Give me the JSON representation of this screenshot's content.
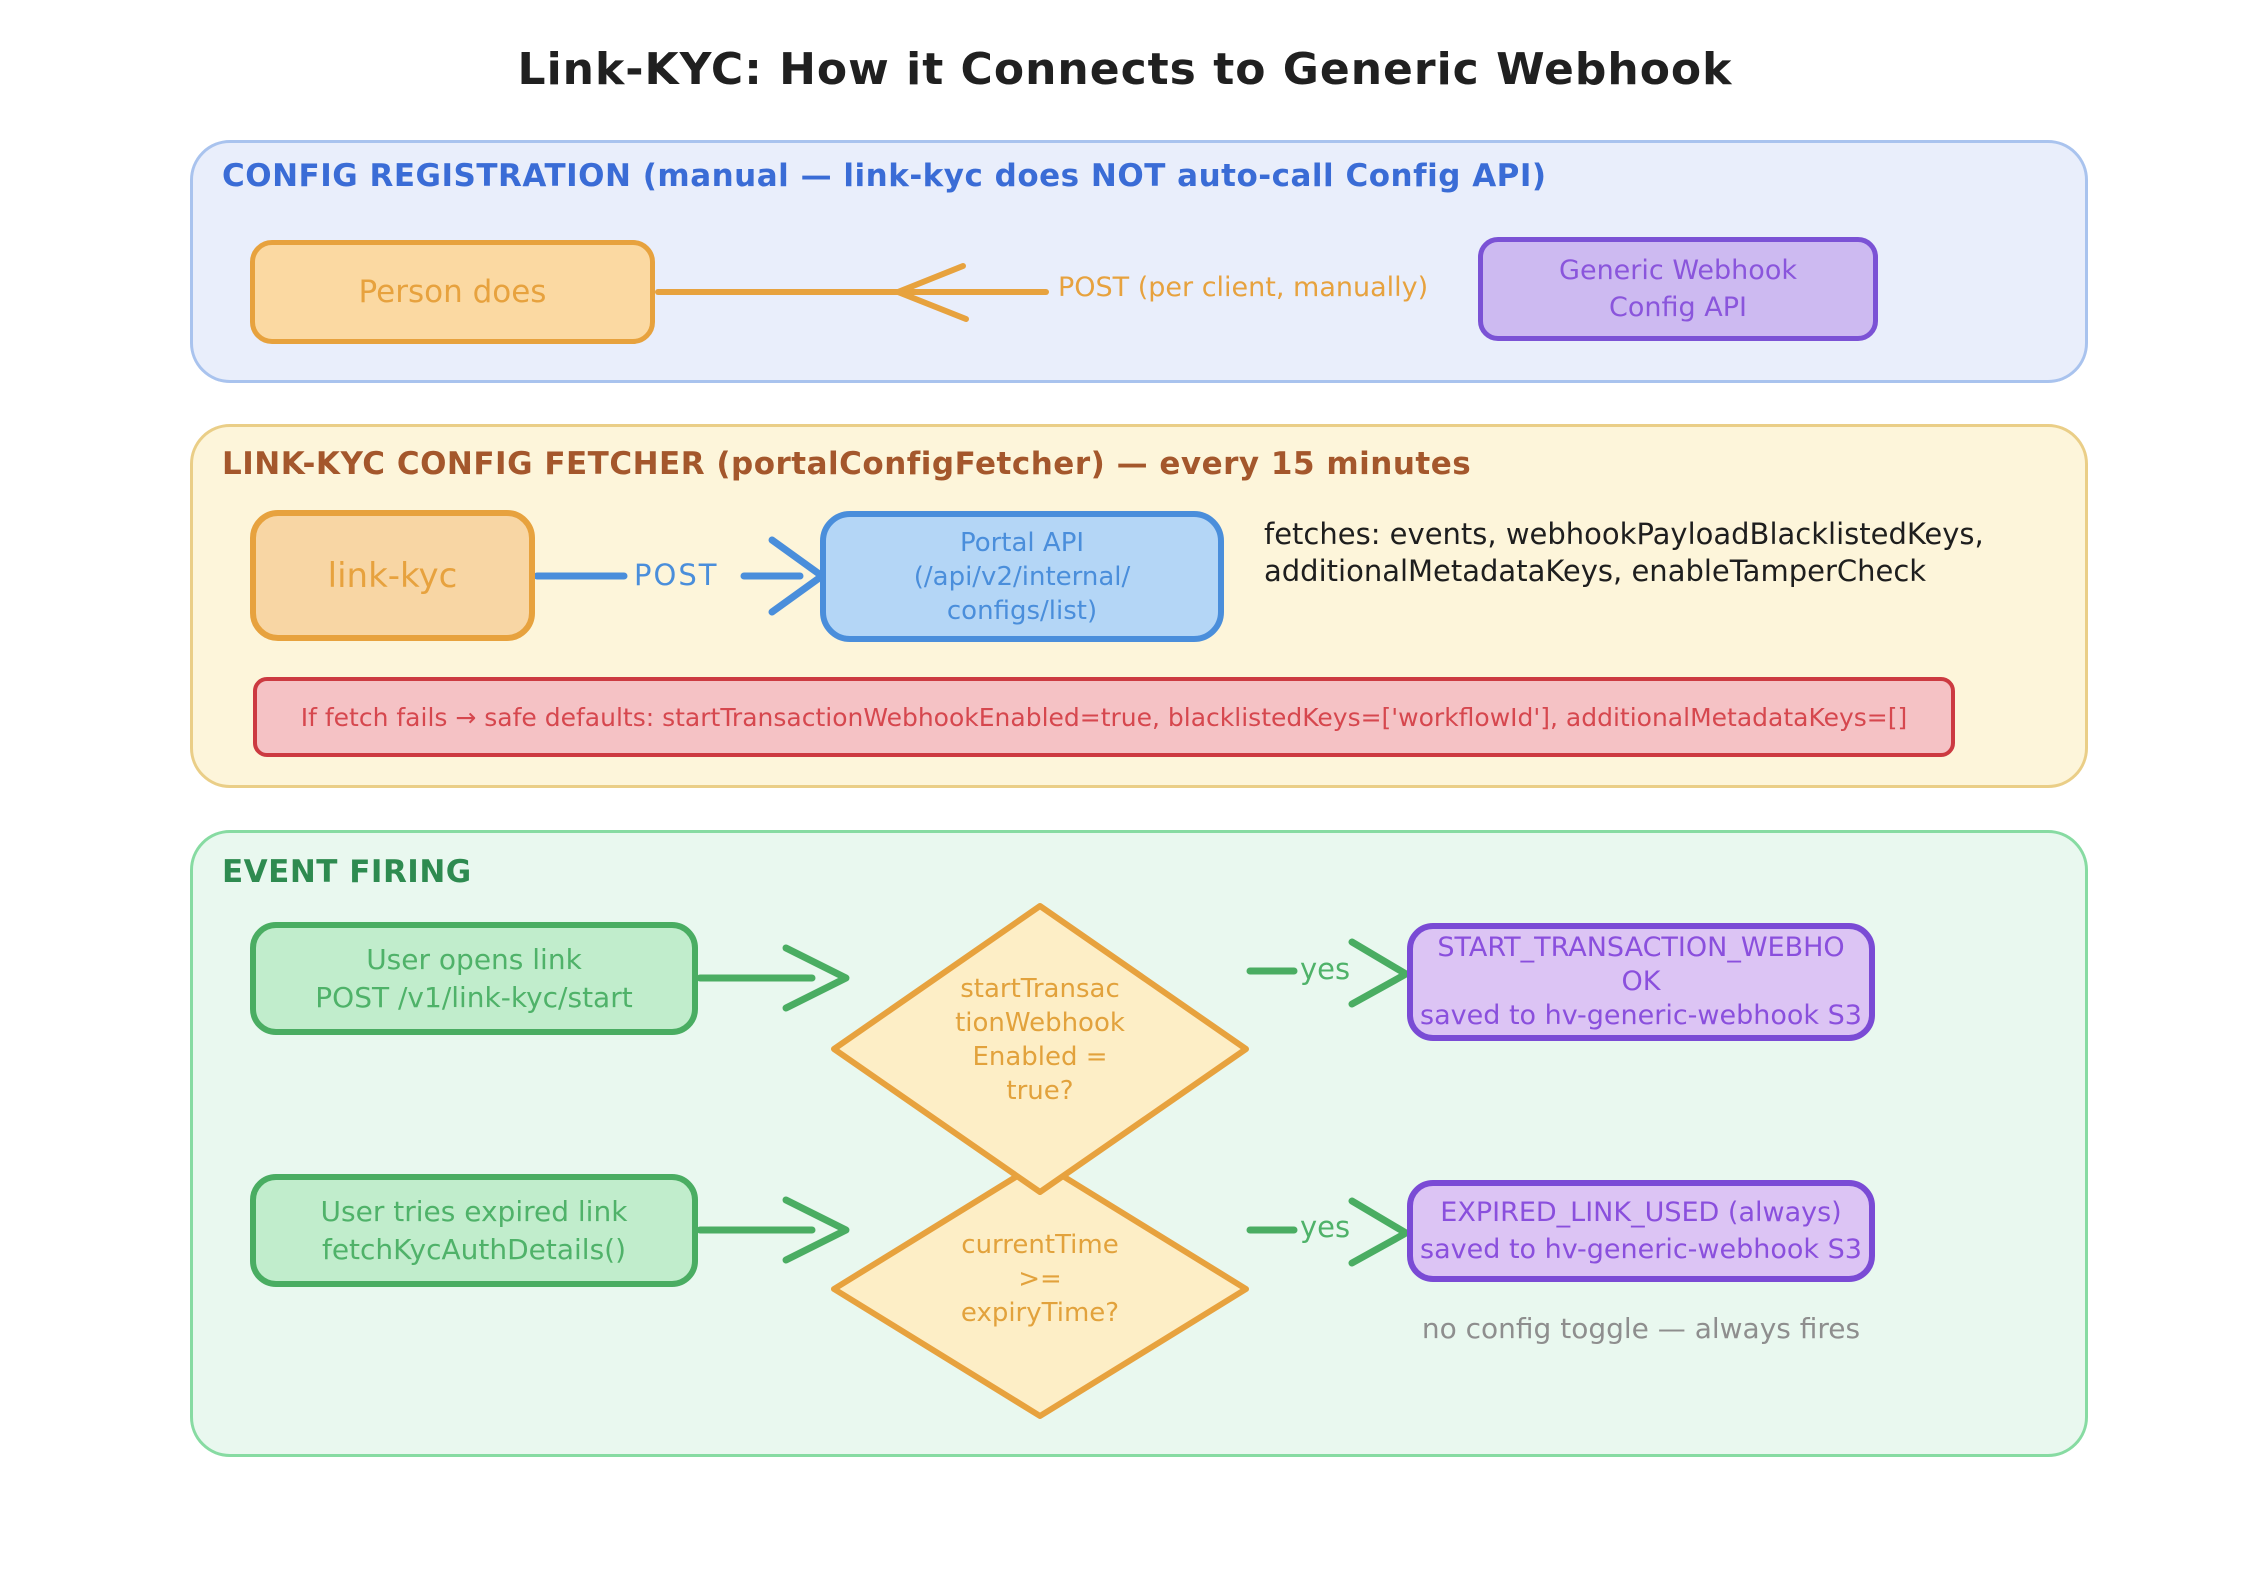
{
  "title": "Link-KYC: How it Connects to Generic Webhook",
  "palette": {
    "orange": "#e7a23e",
    "blue": "#4a8edb",
    "green": "#4fb269",
    "purple": "#8a4fdd",
    "red": "#d6474e",
    "section1_header": "#3a6cd6",
    "section2_header": "#a4572c",
    "section3_header": "#2e8b50",
    "note_gray": "#8e8e8e"
  },
  "sections": {
    "config_registration": {
      "header": "CONFIG REGISTRATION (manual — link-kyc does NOT auto-call Config API)",
      "person_box": "Person does",
      "arrow_label": "POST (per client, manually)",
      "config_api_box": {
        "lines": [
          "Generic Webhook",
          "Config API"
        ]
      }
    },
    "config_fetcher": {
      "header": "LINK-KYC CONFIG FETCHER (portalConfigFetcher) — every 15 minutes",
      "linkkyc_box": "link-kyc",
      "arrow_label": "POST",
      "portal_api_box": {
        "lines": [
          "Portal API",
          "(/api/v2/internal/",
          "configs/list)"
        ]
      },
      "fetches_note": {
        "lines": [
          "fetches: events, webhookPayloadBlacklistedKeys,",
          "additionalMetadataKeys, enableTamperCheck"
        ]
      },
      "fallback_banner": "If fetch fails → safe defaults: startTransactionWebhookEnabled=true, blacklistedKeys=['workflowId'], additionalMetadataKeys=[]"
    },
    "event_firing": {
      "header": "EVENT FIRING",
      "flow1": {
        "trigger_box": {
          "lines": [
            "User opens link",
            "POST /v1/link-kyc/start"
          ]
        },
        "decision": {
          "lines": [
            "startTransac",
            "tionWebhook",
            "Enabled =",
            "true?"
          ]
        },
        "yes_label": "yes",
        "result_box": {
          "lines": [
            "START_TRANSACTION_WEBHO",
            "OK",
            "saved to hv-generic-webhook S3"
          ]
        }
      },
      "flow2": {
        "trigger_box": {
          "lines": [
            "User tries expired link",
            "fetchKycAuthDetails()"
          ]
        },
        "decision": {
          "lines": [
            "currentTime",
            ">=",
            "expiryTime?"
          ]
        },
        "yes_label": "yes",
        "result_box": {
          "lines": [
            "EXPIRED_LINK_USED (always)",
            "saved to hv-generic-webhook S3"
          ]
        },
        "note": "no config toggle — always fires"
      }
    }
  }
}
